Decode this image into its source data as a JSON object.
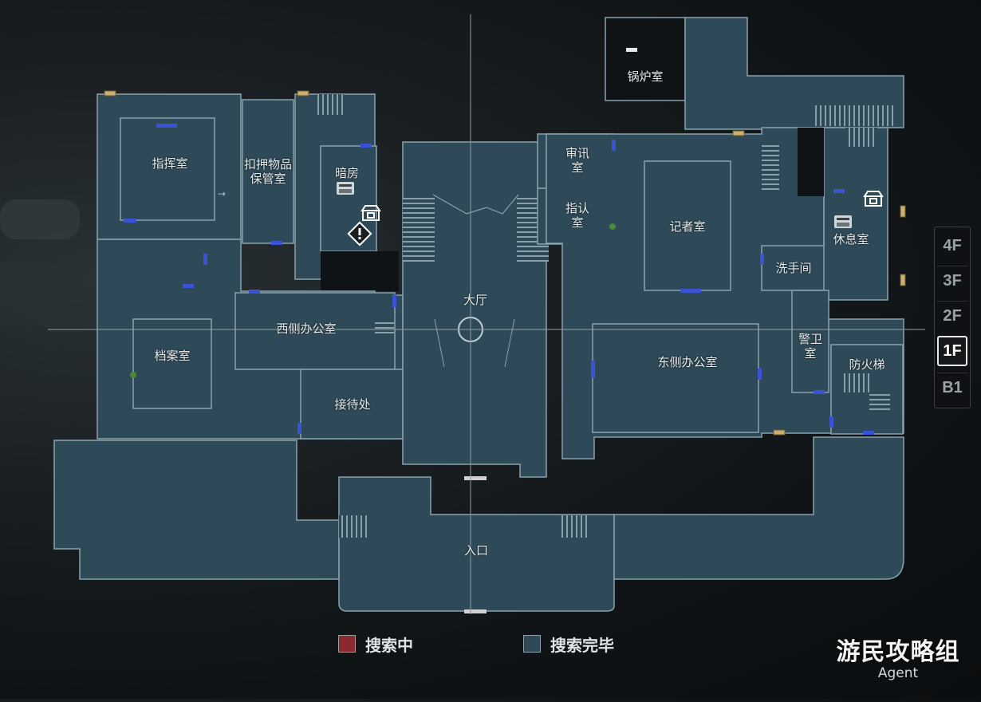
{
  "map": {
    "colors": {
      "room_fill": "#2e4a58",
      "room_stroke": "#8aa2ac",
      "door": "#3a52d4",
      "searching": "#8a2a30",
      "completed": "#2e4a58"
    },
    "rooms": {
      "boiler_room": "锅炉室",
      "command_room": "指挥室",
      "evidence_storage": "扣押物品\n保管室",
      "darkroom": "暗房",
      "interrogation_room": "审讯\n室",
      "identification_room": "指认\n室",
      "press_room": "记者室",
      "rest_room": "休息室",
      "restroom": "洗手间",
      "main_hall": "大厅",
      "west_office": "西侧办公室",
      "records_room": "档案室",
      "east_office": "东侧办公室",
      "guard_room": "警卫\n室",
      "fire_escape": "防火梯",
      "reception": "接待处",
      "entrance": "入口"
    }
  },
  "floor_selector": {
    "floors": [
      "4F",
      "3F",
      "2F",
      "1F",
      "B1"
    ],
    "active": "1F"
  },
  "legend": {
    "searching": "搜索中",
    "completed": "搜索完毕"
  },
  "watermark": {
    "title": "游民攻略组",
    "subtitle": "Agent"
  },
  "icons": [
    "typewriter-icon",
    "item-box-icon",
    "warning-icon",
    "door-icon"
  ]
}
